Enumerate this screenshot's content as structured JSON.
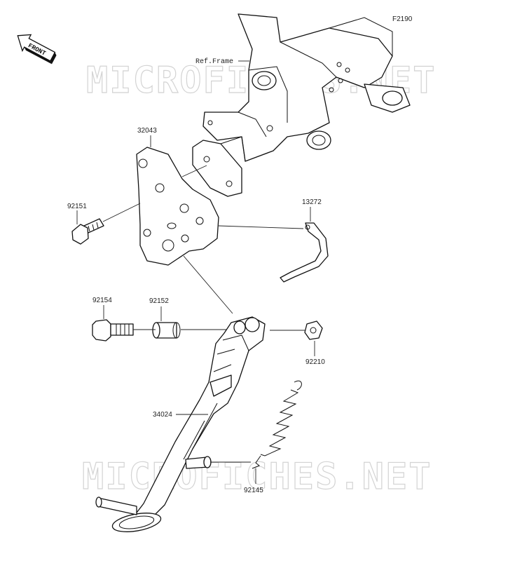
{
  "figure_code": "F2190",
  "front_label": "FRONT",
  "ref_frame_label": "Ref.Frame",
  "watermark": "MICROFICHES.NET",
  "parts": {
    "bracket": "32043",
    "bolt_flange_upper": "92151",
    "pin_13272": "13272",
    "bolt_92154": "92154",
    "collar_92152": "92152",
    "nut_92210": "92210",
    "stand": "34024",
    "spring": "92145"
  }
}
